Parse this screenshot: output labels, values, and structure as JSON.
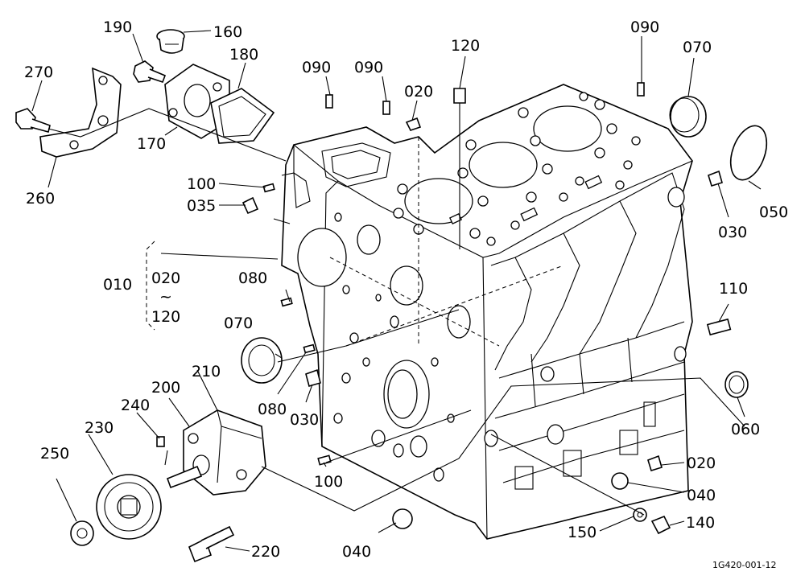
{
  "diagram": {
    "drawing_code": "1G420-001-12",
    "labels": {
      "p010": "010",
      "p020a": "020",
      "p020b": "020",
      "p020c": "020",
      "tilde": "~",
      "p120a": "120",
      "p120b": "120",
      "p030a": "030",
      "p030b": "030",
      "p035": "035",
      "p040a": "040",
      "p040b": "040",
      "p050": "050",
      "p060": "060",
      "p070a": "070",
      "p070b": "070",
      "p080a": "080",
      "p080b": "080",
      "p090a": "090",
      "p090b": "090",
      "p090c": "090",
      "p100a": "100",
      "p100b": "100",
      "p110": "110",
      "p140": "140",
      "p150": "150",
      "p160": "160",
      "p170": "170",
      "p180": "180",
      "p190": "190",
      "p200": "200",
      "p210": "210",
      "p220": "220",
      "p230": "230",
      "p240": "240",
      "p250": "250",
      "p260": "260",
      "p270": "270"
    }
  }
}
